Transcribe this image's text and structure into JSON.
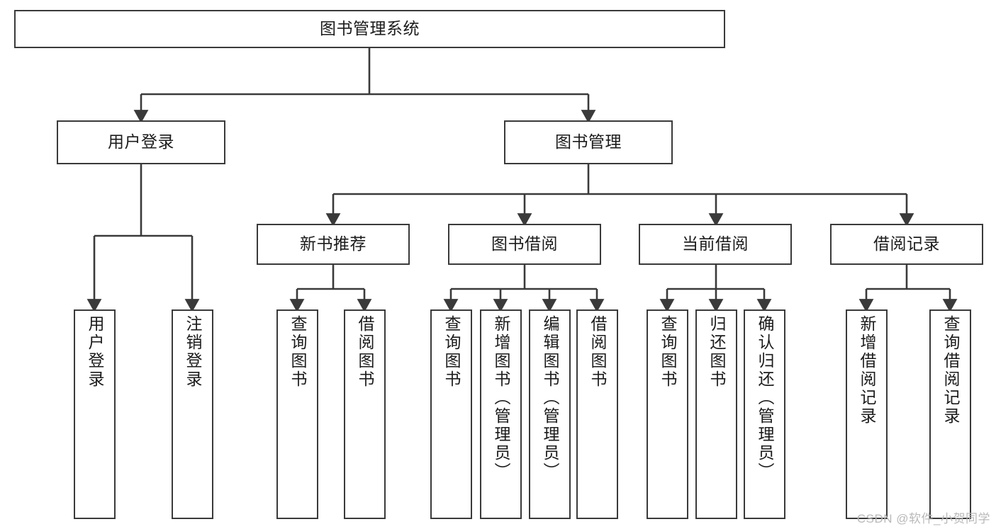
{
  "diagram": {
    "title": "图书管理系统",
    "type": "tree-hierarchy",
    "watermark": "CSDN @软件_小贺同学",
    "colors": {
      "border": "#3a3a3a",
      "fill": "#ffffff",
      "text": "#1b1b1b",
      "connector": "#3a3a3a",
      "watermark": "#b9b9b9"
    },
    "nodes": {
      "root": {
        "label": "图书管理系统"
      },
      "level2": [
        {
          "label": "用户登录"
        },
        {
          "label": "图书管理"
        }
      ],
      "level3": [
        {
          "label": "新书推荐"
        },
        {
          "label": "图书借阅"
        },
        {
          "label": "当前借阅"
        },
        {
          "label": "借阅记录"
        }
      ],
      "leaves": {
        "user_login": [
          {
            "label": "用户登录"
          },
          {
            "label": "注销登录"
          }
        ],
        "new_book_rec": [
          {
            "label": "查询图书"
          },
          {
            "label": "借阅图书"
          }
        ],
        "book_borrow": [
          {
            "label": "查询图书"
          },
          {
            "label": "新增图书（管理员）"
          },
          {
            "label": "编辑图书（管理员）"
          },
          {
            "label": "借阅图书"
          }
        ],
        "current_borrow": [
          {
            "label": "查询图书"
          },
          {
            "label": "归还图书"
          },
          {
            "label": "确认归还（管理员）"
          }
        ],
        "borrow_record": [
          {
            "label": "新增借阅记录"
          },
          {
            "label": "查询借阅记录"
          }
        ]
      }
    }
  }
}
